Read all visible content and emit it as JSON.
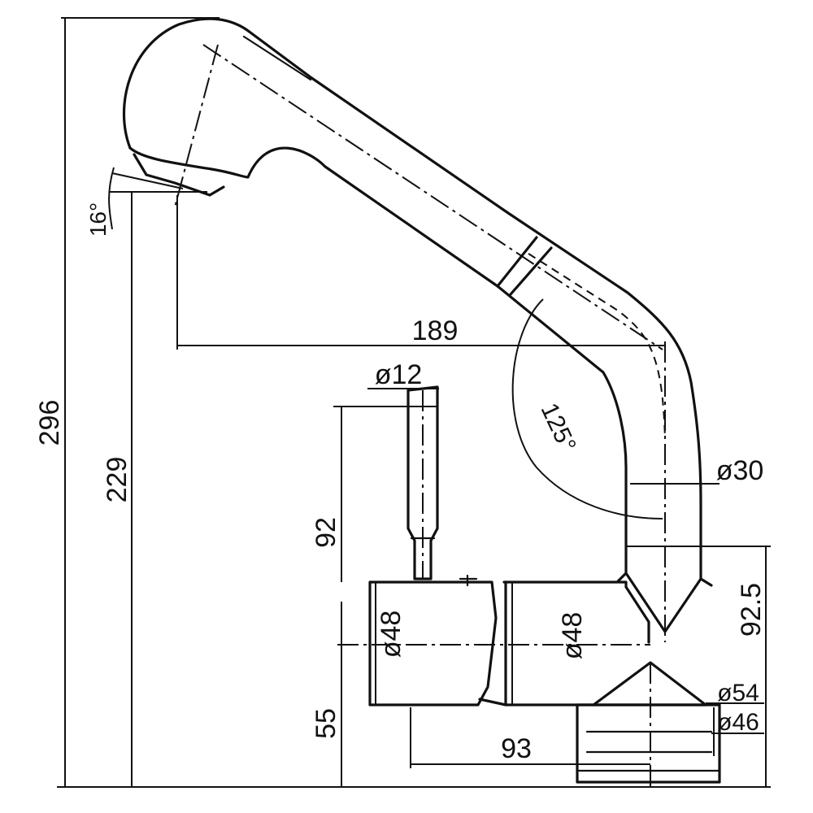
{
  "dimensions": {
    "total_height": "296",
    "spout_height": "229",
    "spray_angle": "16°",
    "reach": "189",
    "swivel_angle": "125°",
    "handle_diameter": "ø12",
    "spout_diameter": "ø30",
    "handle_height": "92",
    "body_height": "92.5",
    "body_left_diameter": "ø48",
    "body_right_diameter": "ø48",
    "base_height": "55",
    "base_offset": "93",
    "flange_outer_diameter": "ø54",
    "flange_inner_diameter": "ø46"
  }
}
